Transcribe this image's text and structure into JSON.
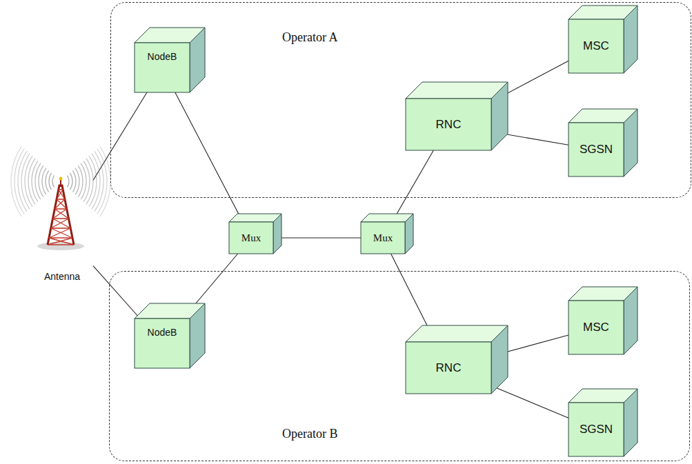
{
  "diagram": {
    "nodes": [
      {
        "text": [
          "Operator A"
        ]
      },
      {
        "text": [
          "NodeB"
        ],
        "in": 0
      },
      {
        "text": [
          "RNC"
        ],
        "in": 0
      },
      {
        "text": [
          "MSC"
        ],
        "in": 0
      },
      {
        "text": [
          "SGSN"
        ],
        "in": 0
      },
      {
        "text": [
          "Antenna"
        ]
      },
      {
        "text": [
          "Mux"
        ]
      },
      {
        "text": [
          "Mux"
        ]
      },
      {
        "text": [
          "Operator B"
        ]
      },
      {
        "text": [
          "NodeB"
        ],
        "in": 8
      },
      {
        "text": [
          "RNC"
        ],
        "in": 8
      },
      {
        "text": [
          "MSC"
        ],
        "in": 8
      },
      {
        "text": [
          "SGSN"
        ],
        "in": 8
      }
    ],
    "edges": [
      {
        "from": 5,
        "to": 1,
        "arrow": "none"
      },
      {
        "from": 5,
        "to": 9,
        "arrow": "none"
      },
      {
        "from": 1,
        "to": 6,
        "arrow": "none"
      },
      {
        "from": 9,
        "to": 6,
        "arrow": "none"
      },
      {
        "from": 6,
        "to": 7,
        "arrow": "none"
      },
      {
        "from": 7,
        "to": 2,
        "arrow": "none"
      },
      {
        "from": 7,
        "to": 10,
        "arrow": "none"
      },
      {
        "from": 2,
        "to": 3,
        "arrow": "none"
      },
      {
        "from": 2,
        "to": 4,
        "arrow": "none"
      },
      {
        "from": 10,
        "to": 11,
        "arrow": "none"
      },
      {
        "from": 10,
        "to": 12,
        "arrow": "none"
      }
    ]
  }
}
